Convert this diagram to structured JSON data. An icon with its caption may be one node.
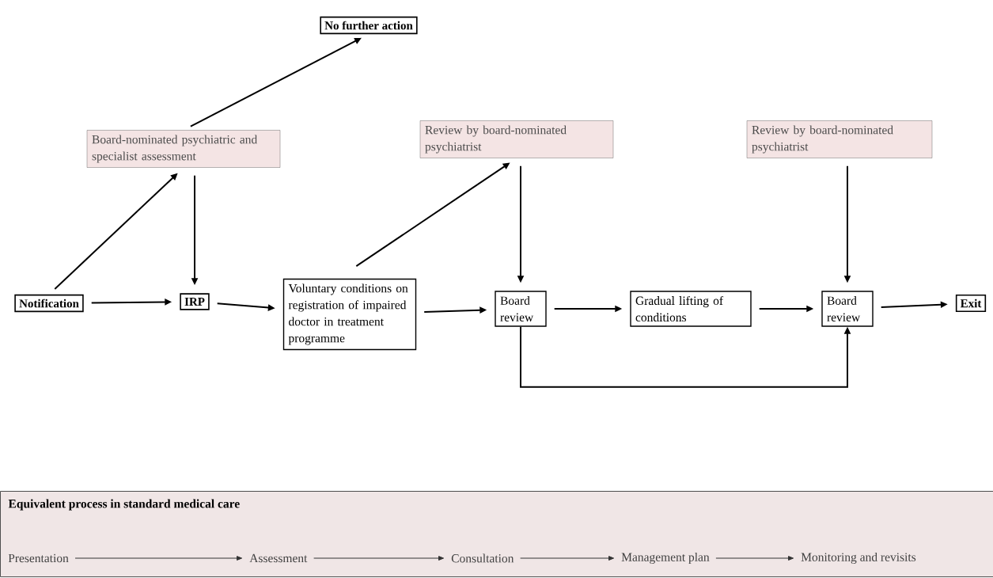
{
  "diagram": {
    "nodes": [
      {
        "text": [
          "No further action"
        ]
      },
      {
        "text": [
          "Board-nominated psychiatric and specialist assessment"
        ]
      },
      {
        "text": [
          "Review by board-nominated psychiatrist"
        ]
      },
      {
        "text": [
          "Review by board-nominated psychiatrist"
        ]
      },
      {
        "text": [
          "Notification"
        ]
      },
      {
        "text": [
          "IRP"
        ]
      },
      {
        "text": [
          "Voluntary conditions on registration of impaired doctor in treatment programme"
        ]
      },
      {
        "text": [
          "Board review"
        ]
      },
      {
        "text": [
          "Gradual lifting of conditions"
        ]
      },
      {
        "text": [
          "Board review"
        ]
      },
      {
        "text": [
          "Exit"
        ]
      },
      {
        "text": [
          "Equivalent process in standard medical care"
        ]
      },
      {
        "text": [
          "Presentation"
        ],
        "in": 11
      },
      {
        "text": [
          "Assessment"
        ],
        "in": 11
      },
      {
        "text": [
          "Consultation"
        ],
        "in": 11
      },
      {
        "text": [
          "Management plan"
        ],
        "in": 11
      },
      {
        "text": [
          "Monitoring and revisits"
        ],
        "in": 11
      }
    ],
    "edges": [
      {
        "from": 4,
        "to": 1,
        "arrow": "to"
      },
      {
        "from": 1,
        "to": 0,
        "arrow": "to"
      },
      {
        "from": 1,
        "to": 5,
        "arrow": "to"
      },
      {
        "from": 4,
        "to": 5,
        "arrow": "to"
      },
      {
        "from": 5,
        "to": 6,
        "arrow": "to"
      },
      {
        "from": 6,
        "to": 2,
        "arrow": "to"
      },
      {
        "from": 2,
        "to": 7,
        "arrow": "to"
      },
      {
        "from": 6,
        "to": 7,
        "arrow": "to"
      },
      {
        "from": 7,
        "to": 8,
        "arrow": "to"
      },
      {
        "from": 8,
        "to": 9,
        "arrow": "to"
      },
      {
        "from": 3,
        "to": 9,
        "arrow": "to"
      },
      {
        "from": 9,
        "to": 10,
        "arrow": "to"
      },
      {
        "from": 7,
        "to": 9,
        "arrow": "to"
      },
      {
        "from": 12,
        "to": 13,
        "arrow": "to"
      },
      {
        "from": 13,
        "to": 14,
        "arrow": "to"
      },
      {
        "from": 14,
        "to": 15,
        "arrow": "to"
      },
      {
        "from": 15,
        "to": 16,
        "arrow": "to"
      }
    ]
  }
}
